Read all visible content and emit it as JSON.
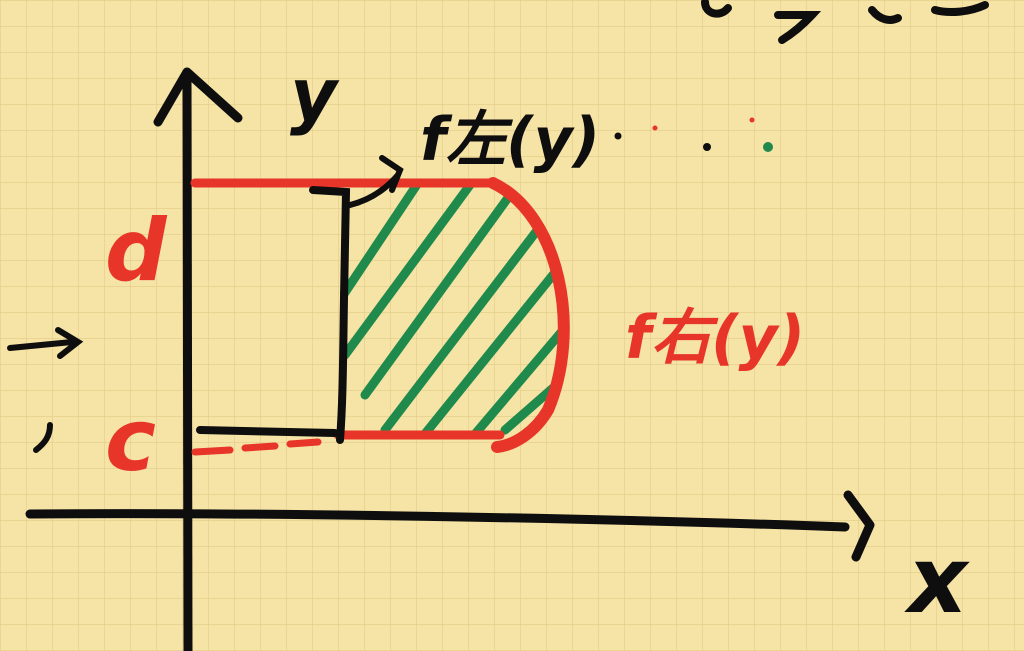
{
  "diagram": {
    "axes": {
      "x_label": "x",
      "y_label": "y"
    },
    "marks": {
      "top_label": "d",
      "bottom_label": "c"
    },
    "curves": {
      "left_label": "f左(y)",
      "right_label": "f右(y)"
    },
    "colors": {
      "paper": "#f6e3a6",
      "grid": "#e6cf8b",
      "ink": "#0e0e0e",
      "red": "#e8352a",
      "green": "#1f8a4c"
    }
  }
}
